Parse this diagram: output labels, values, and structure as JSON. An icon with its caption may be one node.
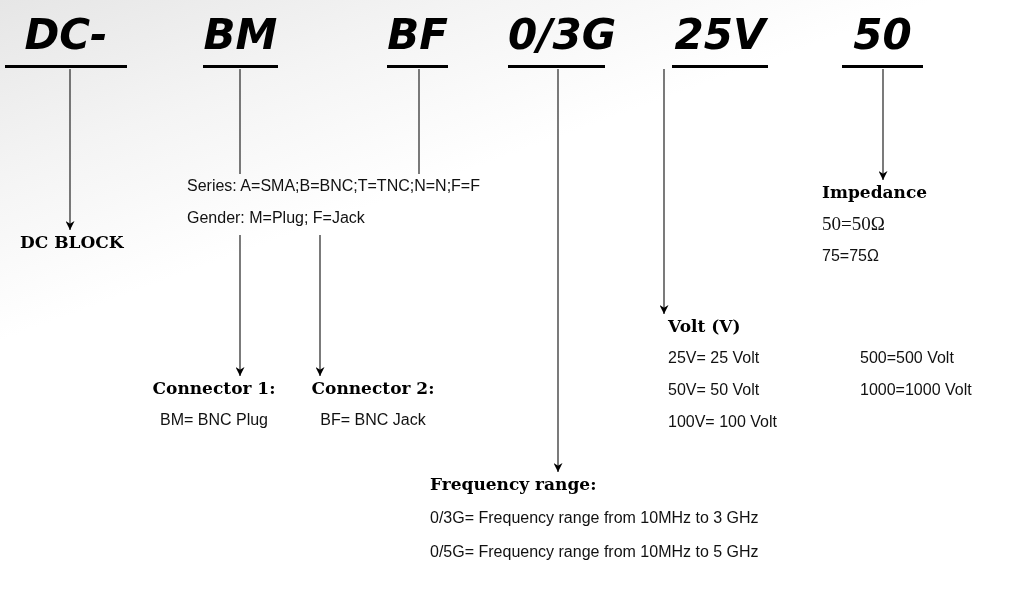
{
  "diagram": {
    "nodes": [
      {
        "text": [
          "DC-"
        ]
      },
      {
        "text": [
          "BM"
        ]
      },
      {
        "text": [
          "BF"
        ]
      },
      {
        "text": [
          "0/3G"
        ]
      },
      {
        "text": [
          "25V"
        ]
      },
      {
        "text": [
          "50"
        ]
      },
      {
        "text": [
          "DC BLOCK"
        ]
      },
      {
        "text": [
          "Series: A=SMA;B=BNC;T=TNC;N=N;F=F",
          "Gender: M=Plug; F=Jack"
        ]
      },
      {
        "text": [
          "Impedance",
          "50=50Ω",
          "75=75Ω"
        ]
      },
      {
        "text": [
          "Volt (V)",
          "25V= 25 Volt",
          "500=500 Volt",
          "50V= 50 Volt",
          "1000=1000 Volt",
          "100V= 100 Volt"
        ]
      },
      {
        "text": [
          "Connector 1:",
          "BM= BNC Plug"
        ]
      },
      {
        "text": [
          "Connector 2:",
          "BF= BNC Jack"
        ]
      },
      {
        "text": [
          "Frequency range:",
          "0/3G= Frequency range from 10MHz to 3 GHz",
          "0/5G= Frequency range from 10MHz to 5 GHz"
        ]
      }
    ],
    "edges": [
      {
        "from": 0,
        "to": 6,
        "arrow": "to"
      },
      {
        "from": 1,
        "to": 7,
        "arrow": "none"
      },
      {
        "from": 2,
        "to": 7,
        "arrow": "none"
      },
      {
        "from": 7,
        "to": 10,
        "arrow": "to"
      },
      {
        "from": 7,
        "to": 11,
        "arrow": "to"
      },
      {
        "from": 3,
        "to": 12,
        "arrow": "to"
      },
      {
        "from": 4,
        "to": 9,
        "arrow": "to"
      },
      {
        "from": 5,
        "to": 8,
        "arrow": "to"
      }
    ]
  }
}
